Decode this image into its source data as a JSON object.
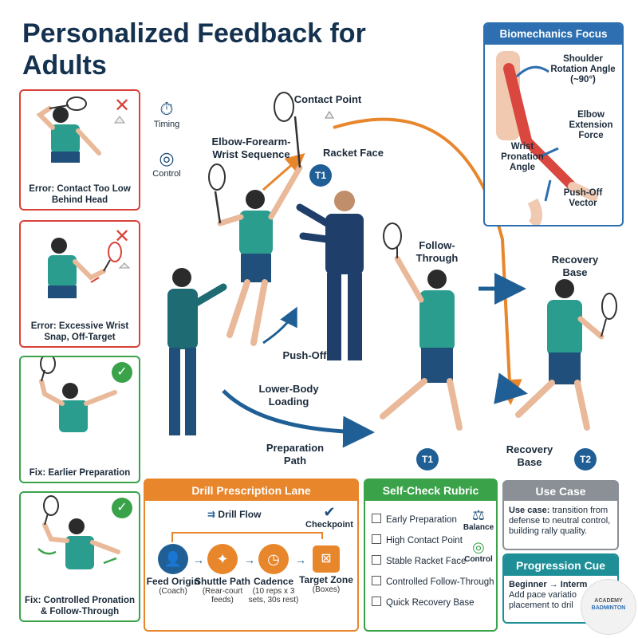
{
  "title": "Personalized Feedback for Adults",
  "side_icons": [
    {
      "label": "Timing",
      "icon": "stopwatch-icon"
    },
    {
      "label": "Control",
      "icon": "target-icon"
    }
  ],
  "cards": [
    {
      "type": "error",
      "caption": "Error: Contact Too Low Behind Head"
    },
    {
      "type": "error",
      "caption": "Error: Excessive Wrist Snap, Off-Target"
    },
    {
      "type": "fix",
      "caption": "Fix: Earlier Preparation"
    },
    {
      "type": "fix",
      "caption": "Fix: Controlled Pronation & Follow-Through"
    }
  ],
  "scene_labels": {
    "contact_point": "Contact Point",
    "elbow_sequence": "Elbow-Forearm-Wrist Sequence",
    "racket_face": "Racket Face",
    "follow_through": "Follow-Through",
    "recovery_base_top": "Recovery Base",
    "push_off": "Push-Off",
    "lower_body": "Lower-Body Loading",
    "prep_path": "Preparation Path",
    "recovery_base_bottom": "Recovery Base",
    "t1_a": "T1",
    "t1_b": "T1",
    "t2": "T2"
  },
  "biomechanics": {
    "title": "Biomechanics Focus",
    "labels": {
      "shoulder": "Shoulder Rotation Angle (~90°)",
      "elbow": "Elbow Extension Force",
      "wrist": "Wrist Pronation Angle",
      "pushoff": "Push-Off Vector"
    }
  },
  "drill": {
    "title": "Drill Prescription Lane",
    "flow_label": "Drill Flow",
    "checkpoint": "Checkpoint",
    "steps": [
      {
        "name": "Feed Origin",
        "sub": "(Coach)"
      },
      {
        "name": "Shuttle Path",
        "sub": "(Rear-court feeds)"
      },
      {
        "name": "Cadence",
        "sub": "(10 reps x 3 sets, 30s rest)"
      },
      {
        "name": "Target Zone",
        "sub": "(Boxes)"
      }
    ]
  },
  "rubric": {
    "title": "Self-Check Rubric",
    "items": [
      "Early Preparation",
      "High Contact Point",
      "Stable Racket Face",
      "Controlled Follow-Through",
      "Quick Recovery Base"
    ],
    "tags": [
      "Balance",
      "Control"
    ]
  },
  "use_case": {
    "title": "Use Case",
    "lead": "Use case:",
    "text": "transition from defense to neutral control, building rally quality."
  },
  "progression": {
    "title": "Progression Cue",
    "lead": "Beginner → Interm",
    "line2": "Add pace variatio",
    "line3": "placement to dril"
  },
  "logo": {
    "line1": "ACADEMY",
    "line2": "BADMINTON"
  },
  "colors": {
    "navy": "#14324f",
    "blue": "#2d6fb0",
    "orange": "#e8862c",
    "green": "#3aa34a",
    "red": "#d8423a",
    "teal": "#1e8f97",
    "gray": "#8a9096"
  }
}
